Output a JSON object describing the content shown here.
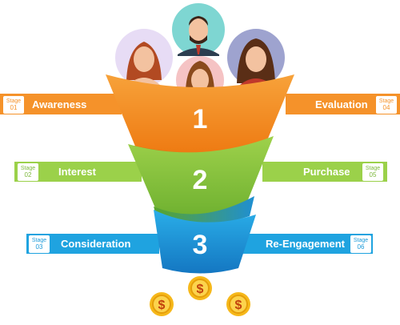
{
  "stages": [
    {
      "name": "Awareness",
      "word": "Stage",
      "number": "01"
    },
    {
      "name": "Interest",
      "word": "Stage",
      "number": "02"
    },
    {
      "name": "Consideration",
      "word": "Stage",
      "number": "03"
    },
    {
      "name": "Evaluation",
      "word": "Stage",
      "number": "04"
    },
    {
      "name": "Purchase",
      "word": "Stage",
      "number": "05"
    },
    {
      "name": "Re-Engagement",
      "word": "Stage",
      "number": "06"
    }
  ],
  "funnel": {
    "level1": "1",
    "level2": "2",
    "level3": "3"
  },
  "coins": {
    "symbol": "$"
  },
  "colors": {
    "orange": "#f5922a",
    "green": "#8cc63f",
    "blue": "#1a9ad9",
    "coin": "#f6b81a"
  }
}
